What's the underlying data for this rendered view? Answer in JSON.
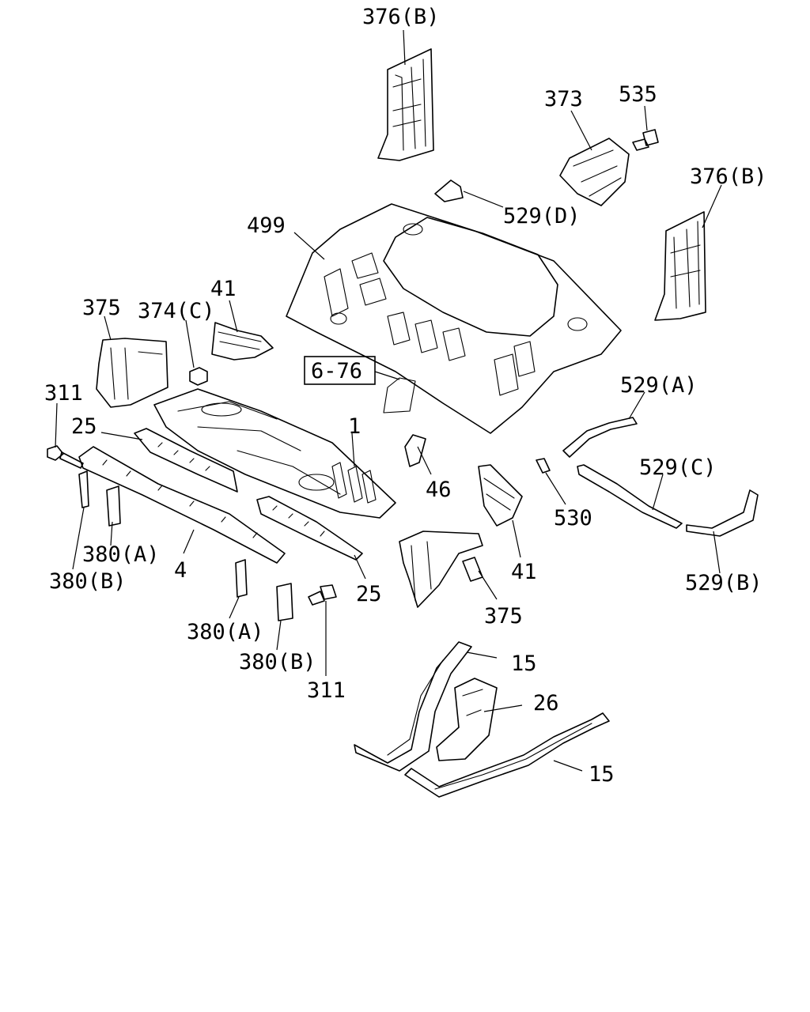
{
  "diagram": {
    "labels": {
      "l376b_top": "376(B)",
      "l373": "373",
      "l535": "535",
      "l376b_right": "376(B)",
      "l529d": "529(D)",
      "l499": "499",
      "l41_top": "41",
      "l375_left": "375",
      "l374c": "374(C)",
      "l311_left": "311",
      "l25_left": "25",
      "l1": "1",
      "l6_76": "6-76",
      "l529a": "529(A)",
      "l529c": "529(C)",
      "l46": "46",
      "l530": "530",
      "l41_right": "41",
      "l375_right": "375",
      "l529b": "529(B)",
      "l380a_left": "380(A)",
      "l380b_left": "380(B)",
      "l4": "4",
      "l25_right": "25",
      "l380a_mid": "380(A)",
      "l380b_mid": "380(B)",
      "l311_mid": "311",
      "l15_top": "15",
      "l26": "26",
      "l15_bottom": "15"
    }
  }
}
